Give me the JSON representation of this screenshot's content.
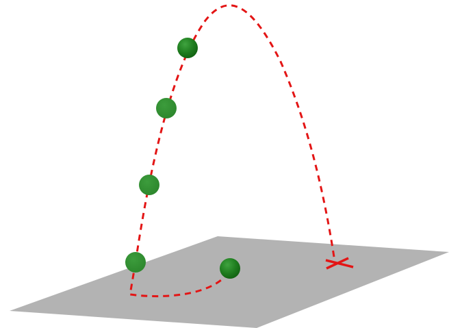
{
  "scene": {
    "background_color": "#ffffff",
    "ground_plane_color": "#b3b3b3",
    "trajectory_color": "#e31515",
    "landing_marker_color": "#e31515",
    "ball_color": "#2d8a2d",
    "ball_highlight_color": "#3fa33f",
    "ball_dark_color": "#1f6f1f",
    "ball_count": 5,
    "landing_marker_shape": "cross",
    "trajectory_style": "dashed"
  }
}
